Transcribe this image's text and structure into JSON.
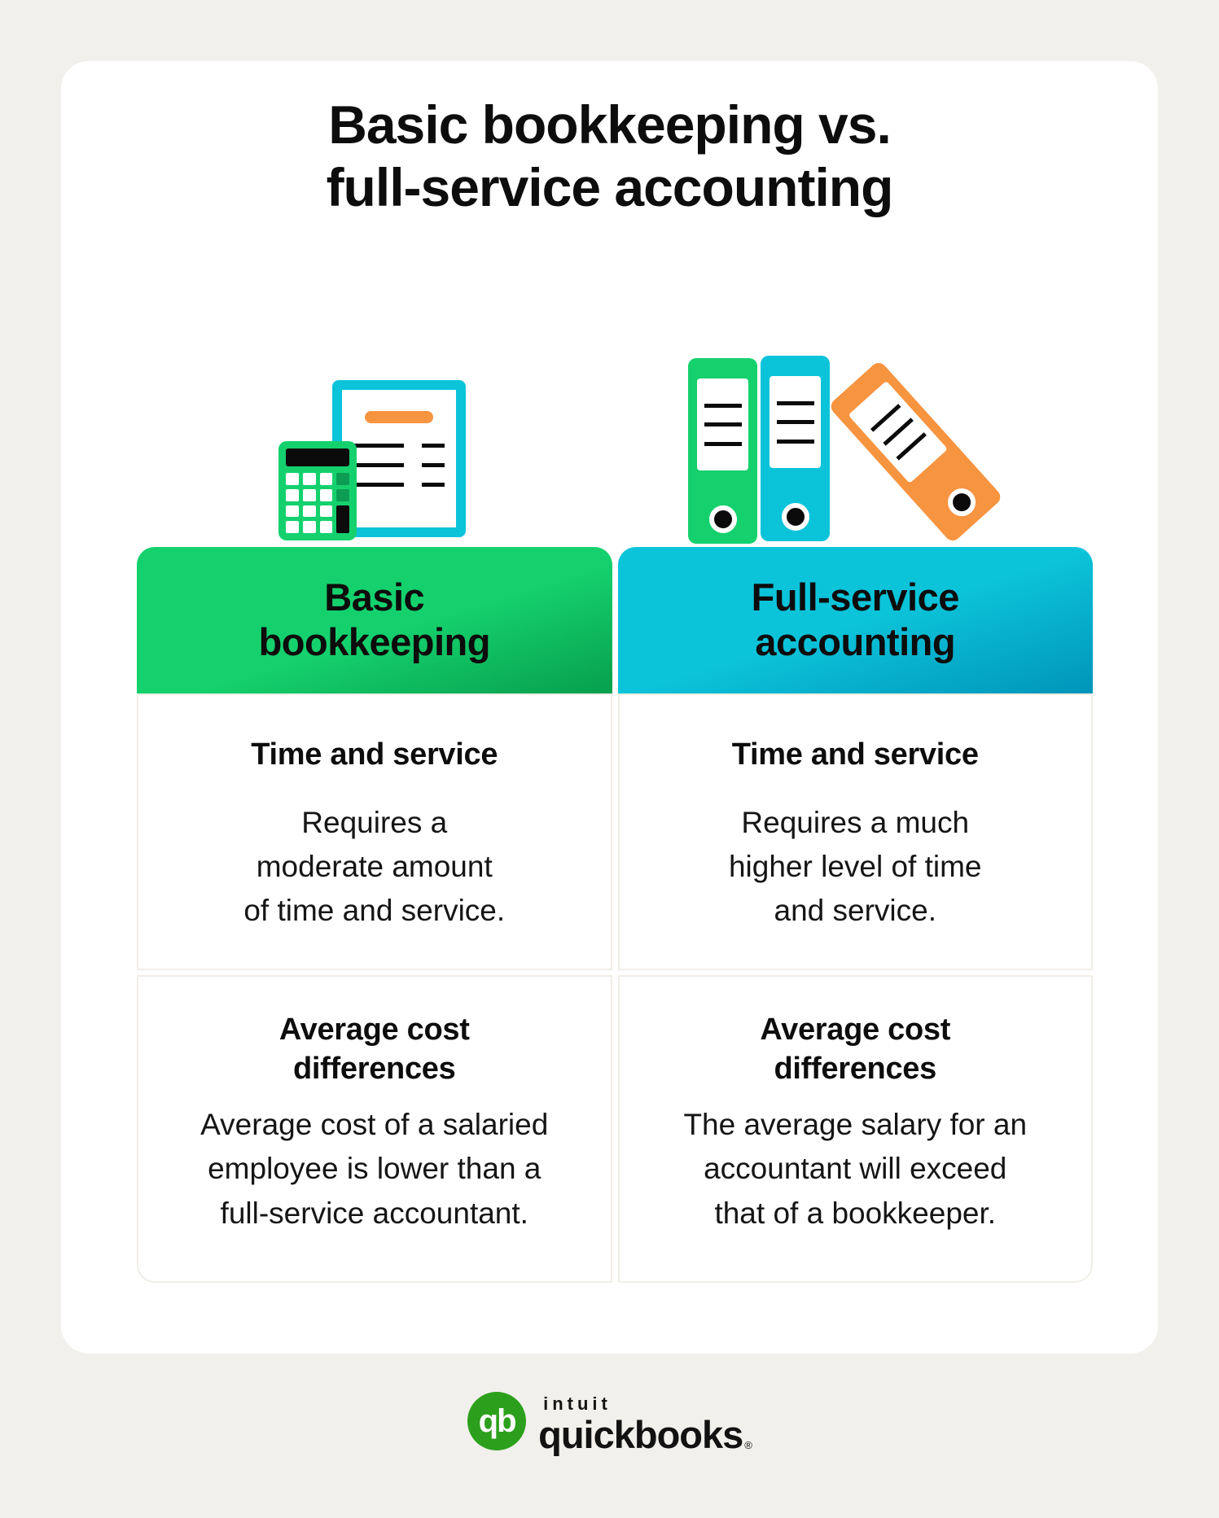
{
  "title": {
    "lines": [
      "Basic bookkeeping vs.",
      "full-service accounting"
    ]
  },
  "colors": {
    "background": "#f2f0ec",
    "card": "#ffffff",
    "green": "#15d16d",
    "green_dark": "#079f4e",
    "cyan": "#0cc4da",
    "cyan_dark": "#0095ba",
    "orange": "#f79440",
    "key_green": "#0c9d53",
    "border": "#f1eee7",
    "ink": "#0b0b0b",
    "logo_green": "#2ca01c"
  },
  "icons": {
    "basic_bookkeeping": [
      "calculator-icon",
      "invoice-document-icon"
    ],
    "full_service_accounting": [
      "green-binder-icon",
      "cyan-binder-icon",
      "orange-binder-icon"
    ]
  },
  "table": {
    "columns": [
      {
        "header_lines": [
          "Basic",
          "bookkeeping"
        ],
        "rows": [
          {
            "heading_lines": [
              "Time and service"
            ],
            "body_lines": [
              "Requires a",
              "moderate amount",
              "of time and service."
            ]
          },
          {
            "heading_lines": [
              "Average cost",
              "differences"
            ],
            "body_lines": [
              "Average cost of a salaried",
              "employee is lower than a",
              "full-service accountant."
            ]
          }
        ]
      },
      {
        "header_lines": [
          "Full-service",
          "accounting"
        ],
        "rows": [
          {
            "heading_lines": [
              "Time and service"
            ],
            "body_lines": [
              "Requires a much",
              "higher level of time",
              "and service."
            ]
          },
          {
            "heading_lines": [
              "Average cost",
              "differences"
            ],
            "body_lines": [
              "The average salary for an",
              "accountant will exceed",
              "that of a bookkeeper."
            ]
          }
        ]
      }
    ]
  },
  "logo": {
    "intuit": "intuit",
    "quickbooks": "quickbooks",
    "monogram": "qb",
    "registered": "®"
  }
}
